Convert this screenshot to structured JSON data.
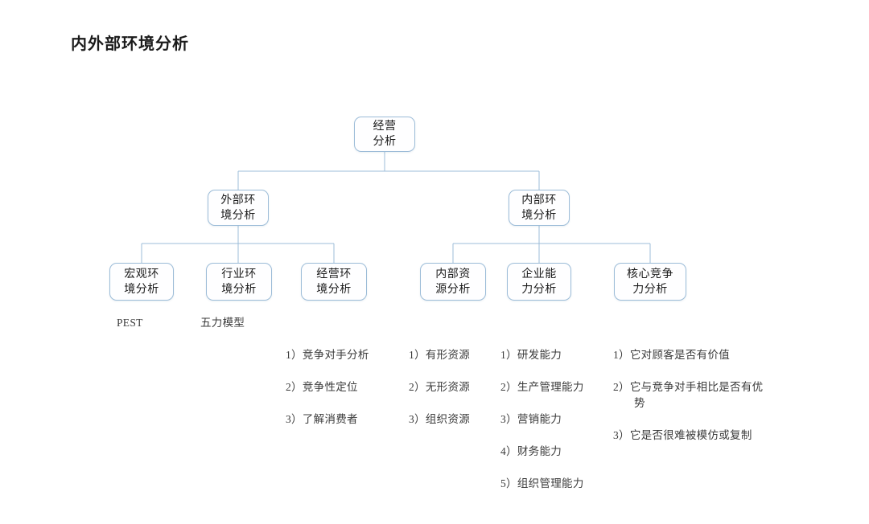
{
  "page": {
    "title": "内外部环境分析",
    "background_color": "#ffffff"
  },
  "theme": {
    "node_border_color": "#9cbcd8",
    "node_fill_color": "#fefeff",
    "connector_color": "#9cbcd8",
    "text_color": "#1b1b1b",
    "annotation_color": "#3b3b3b"
  },
  "diagram": {
    "type": "tree-hierarchy",
    "root": {
      "id": "root",
      "label": "经营\n分析"
    },
    "level1": [
      {
        "id": "external",
        "label": "外部环\n境分析"
      },
      {
        "id": "internal",
        "label": "内部环\n境分析"
      }
    ],
    "level2": [
      {
        "id": "macro",
        "parent": "external",
        "label": "宏观环\n境分析"
      },
      {
        "id": "industry",
        "parent": "external",
        "label": "行业环\n境分析"
      },
      {
        "id": "operating",
        "parent": "external",
        "label": "经营环\n境分析"
      },
      {
        "id": "resources",
        "parent": "internal",
        "label": "内部资\n源分析"
      },
      {
        "id": "capability",
        "parent": "internal",
        "label": "企业能\n力分析"
      },
      {
        "id": "core",
        "parent": "internal",
        "label": "核心竞争\n力分析"
      }
    ],
    "annotations": [
      {
        "for": "macro",
        "type": "text",
        "text": "PEST"
      },
      {
        "for": "industry",
        "type": "text",
        "text": "五力模型"
      },
      {
        "for": "operating",
        "type": "list",
        "items": [
          "1）竞争对手分析",
          "2）竞争性定位",
          "3）了解消费者"
        ]
      },
      {
        "for": "resources",
        "type": "list",
        "items": [
          "1）有形资源",
          "2）无形资源",
          "3）组织资源"
        ]
      },
      {
        "for": "capability",
        "type": "list",
        "items": [
          "1）研发能力",
          "2）生产管理能力",
          "3）营销能力",
          "4）财务能力",
          "5）组织管理能力"
        ]
      },
      {
        "for": "core",
        "type": "list",
        "items": [
          "1）它对顾客是否有价值",
          "2）它与竞争对手相比是否有优势",
          "3）它是否很难被模仿或复制"
        ]
      }
    ]
  }
}
